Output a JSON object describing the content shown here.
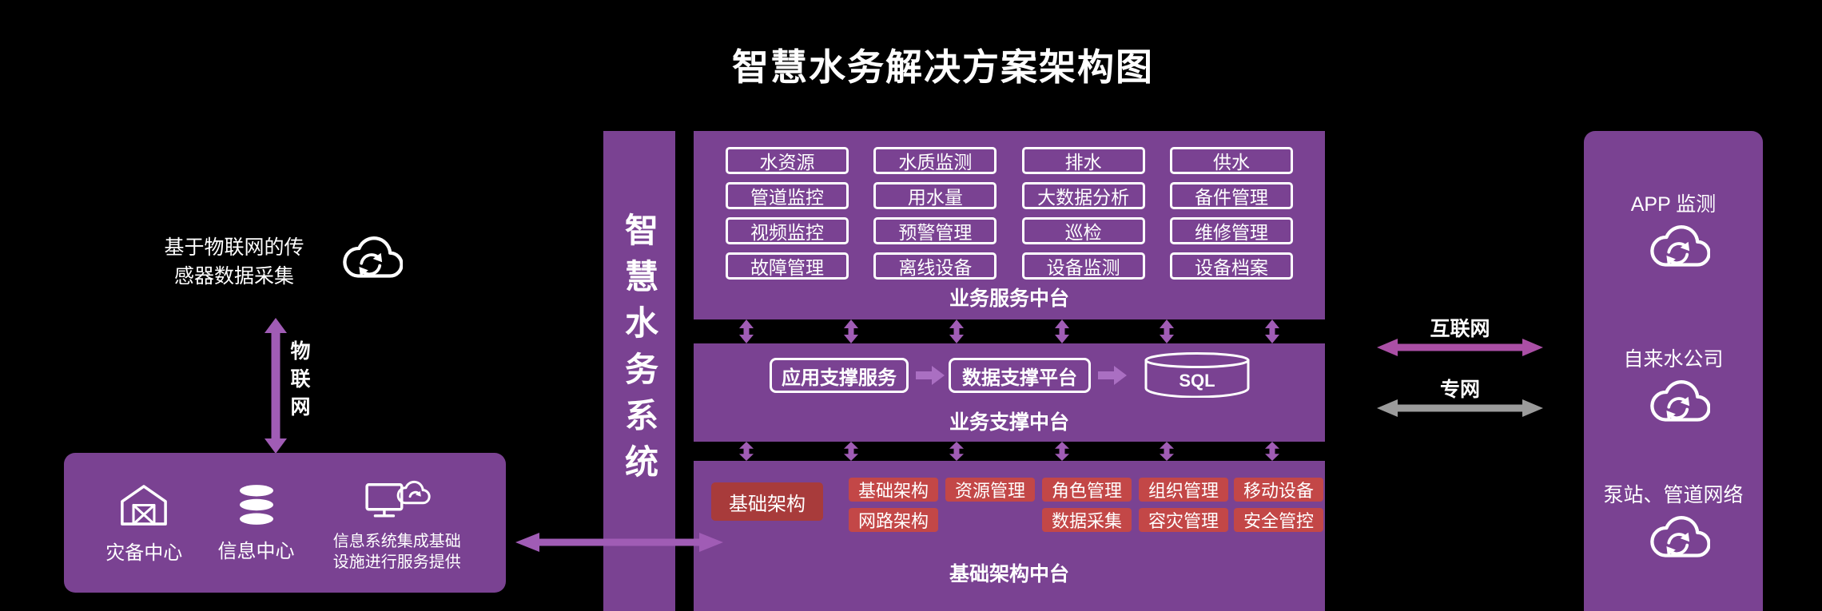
{
  "title": "智慧水务解决方案架构图",
  "colors": {
    "background": "#000000",
    "panel_purple": "#7a4292",
    "arrow_purple": "#a05cb5",
    "internet_arrow": "#aa4fa5",
    "private_arrow": "#9b9b9b",
    "block_arrow": "#aa6fc2",
    "module_red": "#c34747",
    "module_red_dark": "#a83b3b",
    "text": "#ffffff"
  },
  "left": {
    "caption": "基于物联网的传感器数据采集",
    "iot_label": "物联网",
    "box": {
      "items": [
        {
          "label": "灾备中心",
          "icon": "barn-icon"
        },
        {
          "label": "信息中心",
          "icon": "database-icon"
        },
        {
          "label": "信息系统集成基础设施进行服务提供",
          "icon": "monitor-cloud-icon"
        }
      ]
    }
  },
  "system_bar": "智慧水务系统",
  "service": {
    "items": [
      "水资源",
      "水质监测",
      "排水",
      "供水",
      "管道监控",
      "用水量",
      "大数据分析",
      "备件管理",
      "视频监控",
      "预警管理",
      "巡检",
      "维修管理",
      "故障管理",
      "离线设备",
      "设备监测",
      "设备档案"
    ],
    "label": "业务服务中台"
  },
  "support": {
    "items": [
      "应用支撑服务",
      "数据支撑平台",
      "SQL"
    ],
    "label": "业务支撑中台"
  },
  "infra": {
    "big": "基础架构",
    "row1": [
      "基础架构",
      "资源管理",
      "角色管理",
      "组织管理",
      "移动设备"
    ],
    "row2": [
      "网路架构",
      "数据采集",
      "容灾管理",
      "安全管控"
    ],
    "label": "基础架构中台"
  },
  "connectors": [
    {
      "label": "互联网",
      "type": "internet"
    },
    {
      "label": "专网",
      "type": "private"
    }
  ],
  "right": {
    "items": [
      "APP  监测",
      "自来水公司",
      "泵站、管道网络"
    ]
  }
}
